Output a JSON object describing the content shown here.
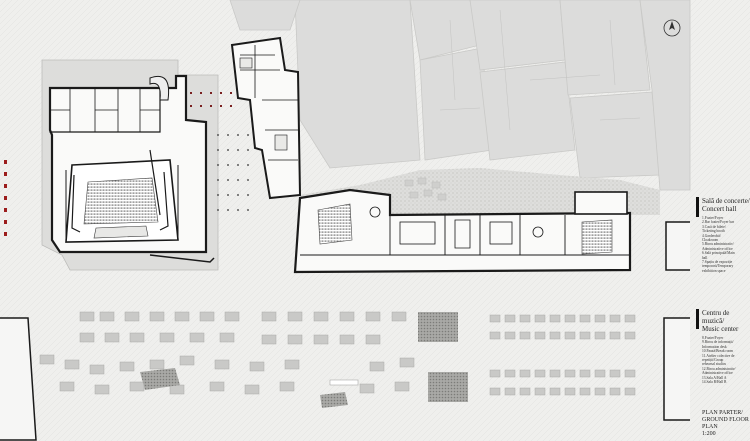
{
  "legend": {
    "concert_hall": {
      "title_ro": "Sală de concerte/",
      "title_en": "Concert hall",
      "items": [
        "1.Foaier/Foyer",
        "2.Bar foaier/Foyer bar",
        "3.Casă de bilete/",
        "Ticketing booth",
        "4.Garderobă/",
        "Cloakroom",
        "5.Birou administrativ/",
        "Administrative office",
        "6.Sală principală/Main",
        "hall",
        "7.Spațiu de expoziție",
        "temporară/Temporary",
        "exhibition space"
      ]
    },
    "music_center": {
      "title_ro": "Centru de muzică/",
      "title_en": "Music center",
      "items": [
        "8.Foaier/Foyer",
        "9.Birou de informații/",
        "Information desk",
        "10.Pauză/Break room",
        "11.Atelier colective de",
        "repetiții/Group",
        "rehearsal studios",
        "12.Birou administrativ/",
        "Administrative office",
        "13.Sala A/Hall A",
        "14.Sala B/Hall B"
      ]
    }
  },
  "plan_title": {
    "ro": "PLAN PARTER/",
    "en": "GROUND FLOOR PLAN",
    "scale": "1:200"
  }
}
